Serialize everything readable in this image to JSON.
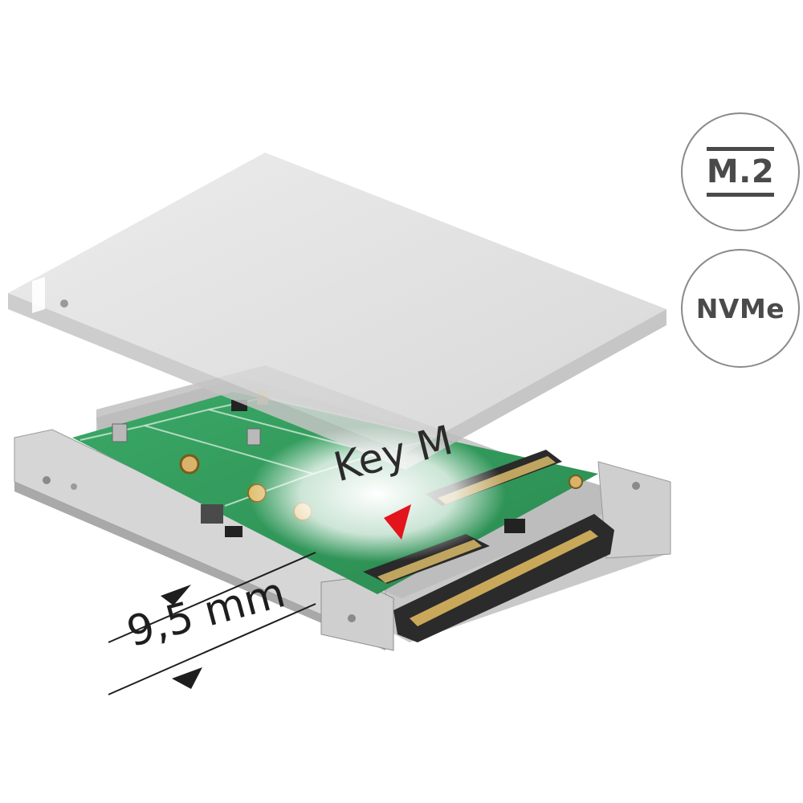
{
  "badges": {
    "m2": {
      "text": "M.2"
    },
    "nvme": {
      "text": "NVMe"
    }
  },
  "labels": {
    "key": "Key M",
    "dimension": "9,5 mm"
  },
  "colors": {
    "pcb": "#2f9a5a",
    "enclosure": "#d9d9d9",
    "marker": "#e3141b",
    "badge_text": "#4a4a4a"
  }
}
